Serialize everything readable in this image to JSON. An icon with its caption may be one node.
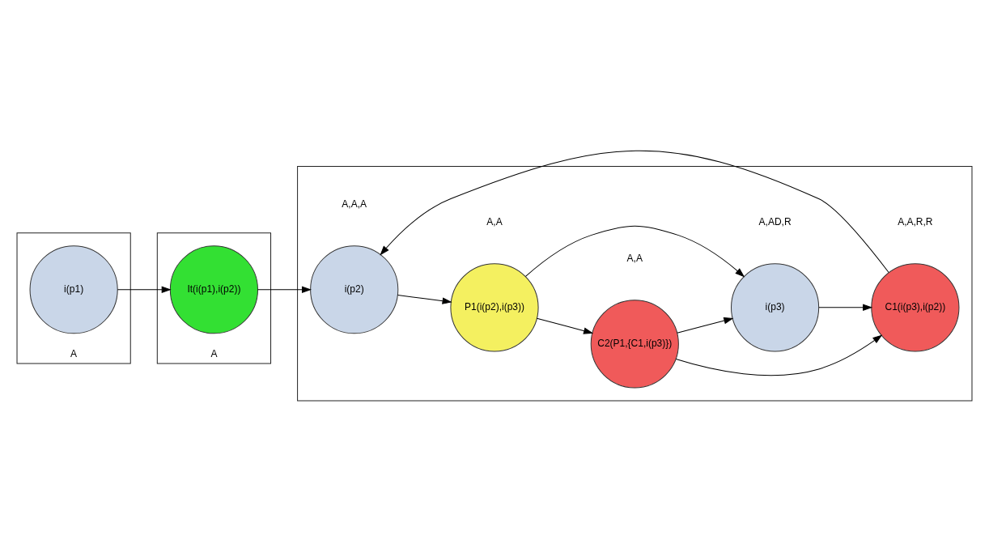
{
  "diagram": {
    "nodes": [
      {
        "text": [],
        "shape": "box",
        "beside": [
          "A"
        ]
      },
      {
        "text": [
          "i(p1)"
        ],
        "in": 0
      },
      {
        "text": [],
        "shape": "box",
        "beside": [
          "A"
        ]
      },
      {
        "text": [
          "It(i(p1),i(p2))"
        ],
        "in": 2
      },
      {
        "text": [],
        "shape": "box"
      },
      {
        "text": [
          "i(p2)"
        ],
        "in": 4,
        "beside": [
          "A,A,A"
        ]
      },
      {
        "text": [
          "C1(i(p3),i(p2))"
        ],
        "in": 4,
        "beside": [
          "A,A,R,R"
        ]
      },
      {
        "text": [
          "C2(P1,{C1,i(p3)})"
        ],
        "in": 4,
        "beside": [
          "A,A"
        ]
      },
      {
        "text": [
          "P1(i(p2),i(p3))"
        ],
        "in": 4,
        "beside": [
          "A,A"
        ]
      },
      {
        "text": [
          "i(p3)"
        ],
        "in": 4,
        "beside": [
          "A,AD,R"
        ]
      }
    ],
    "edges": [
      {
        "from": 1,
        "to": 3,
        "arrow": "to"
      },
      {
        "from": 3,
        "to": 5,
        "arrow": "to"
      },
      {
        "from": 5,
        "to": 8,
        "arrow": "to"
      },
      {
        "from": 8,
        "to": 7,
        "arrow": "to"
      },
      {
        "from": 7,
        "to": 6,
        "arrow": "to"
      },
      {
        "from": 6,
        "to": 5,
        "arrow": "to"
      },
      {
        "from": 9,
        "to": 6,
        "arrow": "to"
      },
      {
        "from": 7,
        "to": 9,
        "arrow": "to"
      },
      {
        "from": 8,
        "to": 9,
        "arrow": "to"
      }
    ]
  }
}
